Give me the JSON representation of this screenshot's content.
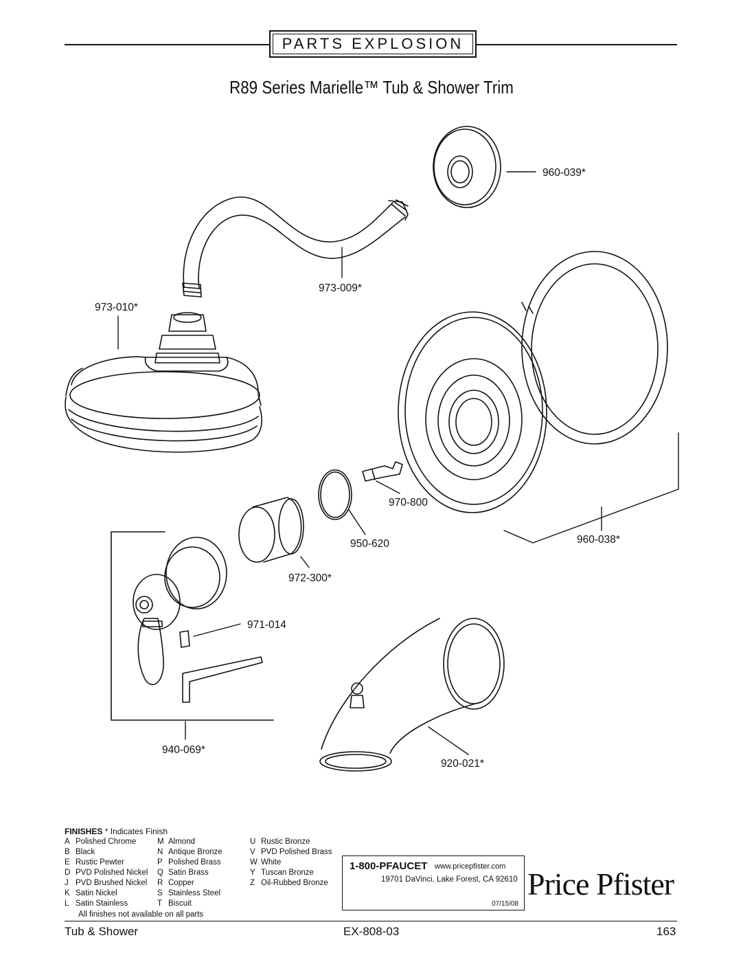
{
  "header": {
    "section_label": "PARTS EXPLOSION"
  },
  "title": "R89 Series Marielle™ Tub & Shower Trim",
  "parts": [
    "960-039*",
    "973-009*",
    "973-010*",
    "970-800",
    "950-620",
    "960-038*",
    "972-300*",
    "971-014",
    "940-069*",
    "920-021*"
  ],
  "finishes": {
    "heading": "FINISHES",
    "heading_note": "* Indicates Finish",
    "columns": [
      [
        {
          "code": "A",
          "name": "Polished Chrome"
        },
        {
          "code": "B",
          "name": "Black"
        },
        {
          "code": "E",
          "name": "Rustic Pewter"
        },
        {
          "code": "D",
          "name": "PVD Polished Nickel"
        },
        {
          "code": "J",
          "name": "PVD Brushed Nickel"
        },
        {
          "code": "K",
          "name": "Satin Nickel"
        },
        {
          "code": "L",
          "name": "Satin Stainless"
        }
      ],
      [
        {
          "code": "M",
          "name": "Almond"
        },
        {
          "code": "N",
          "name": "Antique Bronze"
        },
        {
          "code": "P",
          "name": "Polished Brass"
        },
        {
          "code": "Q",
          "name": "Satin Brass"
        },
        {
          "code": "R",
          "name": "Copper"
        },
        {
          "code": "S",
          "name": "Stainless Steel"
        },
        {
          "code": "T",
          "name": "Biscuit"
        }
      ],
      [
        {
          "code": "U",
          "name": "Rustic Bronze"
        },
        {
          "code": "V",
          "name": "PVD Polished Brass"
        },
        {
          "code": "W",
          "name": "White"
        },
        {
          "code": "Y",
          "name": "Tuscan Bronze"
        },
        {
          "code": "Z",
          "name": "Oil-Rubbed Bronze"
        }
      ]
    ],
    "note": "All finishes not available on all parts"
  },
  "contact": {
    "phone": "1-800-PFAUCET",
    "website": "www.pricepfister.com",
    "address": "19701 DaVinci, Lake Forest, CA 92610",
    "date": "07/15/08"
  },
  "brand": "Price Pfister",
  "footer": {
    "left": "Tub & Shower",
    "center": "EX-808-03",
    "right": "163"
  }
}
